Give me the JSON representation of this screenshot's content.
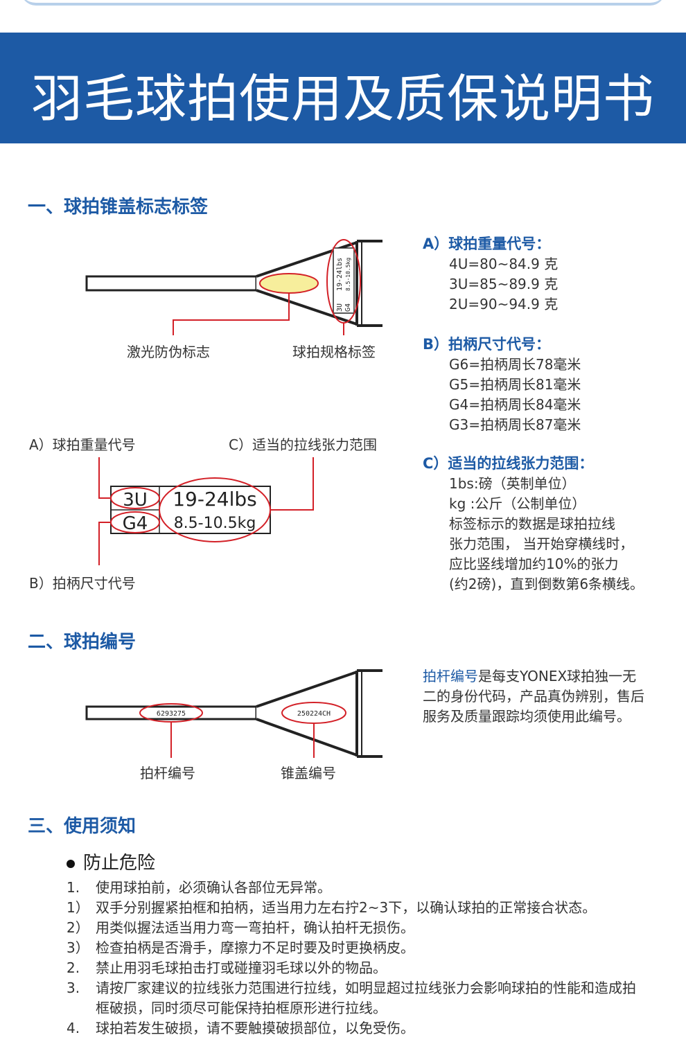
{
  "title": "羽毛球拍使用及质保说明书",
  "section1": {
    "heading": "一、球拍锥盖标志标签",
    "diagram1": {
      "laser_label": "激光防伪标志",
      "spec_label": "球拍规格标签",
      "tag_line1": "19-24lbs",
      "tag_line2": "8.5-10.5kg",
      "tag_code1": "3U",
      "tag_code2": "G4"
    },
    "diagram2": {
      "label_a": "A）球拍重量代号",
      "label_c": "C）适当的拉线张力范围",
      "label_b": "B）拍柄尺寸代号",
      "code_weight": "3U",
      "code_grip": "G4",
      "tension_lbs": "19-24lbs",
      "tension_kg": "8.5-10.5kg"
    },
    "info": {
      "a_title": "A）球拍重量代号：",
      "a_items": [
        "4U=80~84.9 克",
        "3U=85~89.9 克",
        "2U=90~94.9 克"
      ],
      "b_title": "B）拍柄尺寸代号：",
      "b_items": [
        "G6=拍柄周长78毫米",
        "G5=拍柄周长81毫米",
        "G4=拍柄周长84毫米",
        "G3=拍柄周长87毫米"
      ],
      "c_title": "C）适当的拉线张力范围：",
      "c_items": [
        "1bs:磅（英制单位）",
        "kg :公斤（公制单位）",
        "标签标示的数据是球拍拉线",
        "张力范围， 当开始穿横线时，",
        "应比竖线增加约10%的张力",
        "(约2磅)，直到倒数第6条横线。"
      ]
    }
  },
  "section2": {
    "heading": "二、球拍编号",
    "shaft_number": "6293275",
    "cap_number": "250224CH",
    "shaft_label": "拍杆编号",
    "cap_label": "锥盖编号",
    "desc_highlight": "拍杆编号",
    "desc_rest": "是每支YONEX球拍独一无二的身份代码，产品真伪辨别，售后服务及质量跟踪均须使用此编号。"
  },
  "section3": {
    "heading": "三、使用须知",
    "bullet": "防止危险",
    "items": [
      {
        "num": "1.",
        "text": "使用球拍前，必须确认各部位无异常。"
      },
      {
        "num": "1）",
        "text": "双手分别握紧拍框和拍柄，适当用力左右拧2~3下，以确认球拍的正常接合状态。"
      },
      {
        "num": "2）",
        "text": "用类似握法适当用力弯一弯拍杆，确认拍杆无损伤。"
      },
      {
        "num": "3）",
        "text": "检查拍柄是否滑手，摩擦力不足时要及时更换柄皮。"
      },
      {
        "num": "2.",
        "text": "禁止用羽毛球拍击打或碰撞羽毛球以外的物品。"
      },
      {
        "num": "3.",
        "text": "请按厂家建议的拉线张力范围进行拉线，如明显超过拉线张力会影响球拍的性能和造成拍框破损，同时须尽可能保持拍框原形进行拉线。"
      },
      {
        "num": "4.",
        "text": "球拍若发生破损，请不要触摸破损部位，以免受伤。"
      }
    ]
  },
  "colors": {
    "brand_blue": "#1d5aa5",
    "mark_red": "#d32027",
    "laser_yellow": "#f7ee9c"
  }
}
